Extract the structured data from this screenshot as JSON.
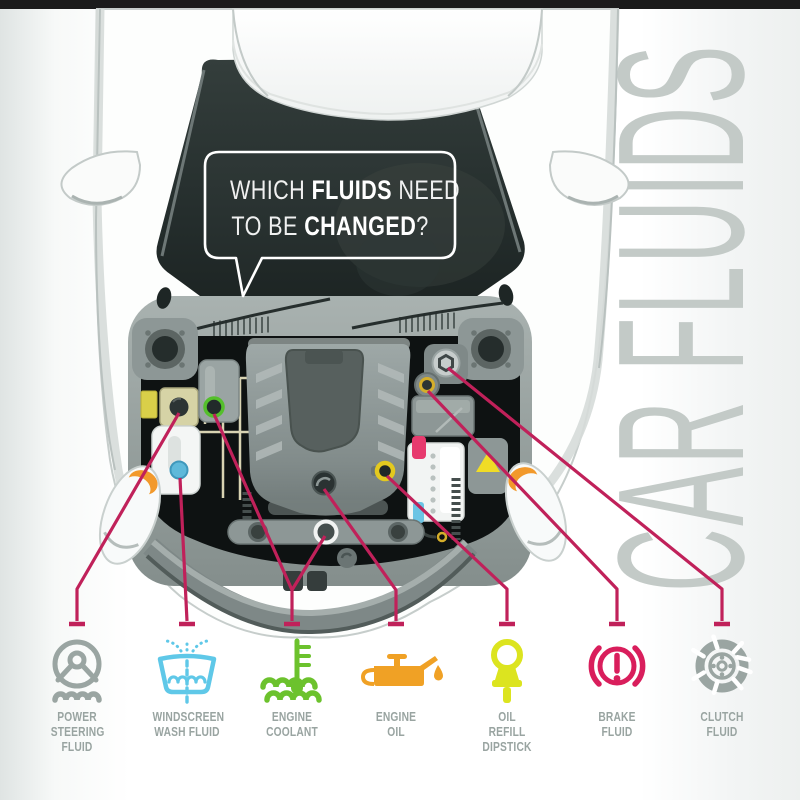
{
  "page": {
    "top_bar_color": "#1b1b1b",
    "background": "#ffffff"
  },
  "side_title": {
    "text": "CAR FLUIDS",
    "color": "#c3cac7"
  },
  "speech_bubble": {
    "line1_pre": "WHICH ",
    "line1_bold": "FLUIDS",
    "line1_post": " NEED",
    "line2_pre": "TO BE ",
    "line2_bold": "CHANGED",
    "line2_post": "?"
  },
  "legend": {
    "items": [
      {
        "id": "power-steering",
        "label": "POWER STEERING FLUID",
        "color": "#9aa5a2"
      },
      {
        "id": "windscreen-wash",
        "label": "WINDSCREEN WASH FLUID",
        "color": "#5fc8e8"
      },
      {
        "id": "engine-coolant",
        "label": "ENGINE COOLANT",
        "color": "#6cc22d"
      },
      {
        "id": "engine-oil",
        "label": "ENGINE OIL",
        "color": "#f0a125"
      },
      {
        "id": "oil-refill-dipstick",
        "label": "OIL REFILL DIPSTICK",
        "color": "#dce41f"
      },
      {
        "id": "brake-fluid",
        "label": "BRAKE FLUID",
        "color": "#d91e5c"
      },
      {
        "id": "clutch-fluid",
        "label": "CLUTCH FLUID",
        "color": "#9aa5a2"
      }
    ]
  },
  "colors": {
    "pointer_line": "#c0215a",
    "label_text": "#99a4a1",
    "bubble_text": "#ffffff",
    "hood_dark": "#2c3534",
    "engine_bay": "#0e1212"
  }
}
